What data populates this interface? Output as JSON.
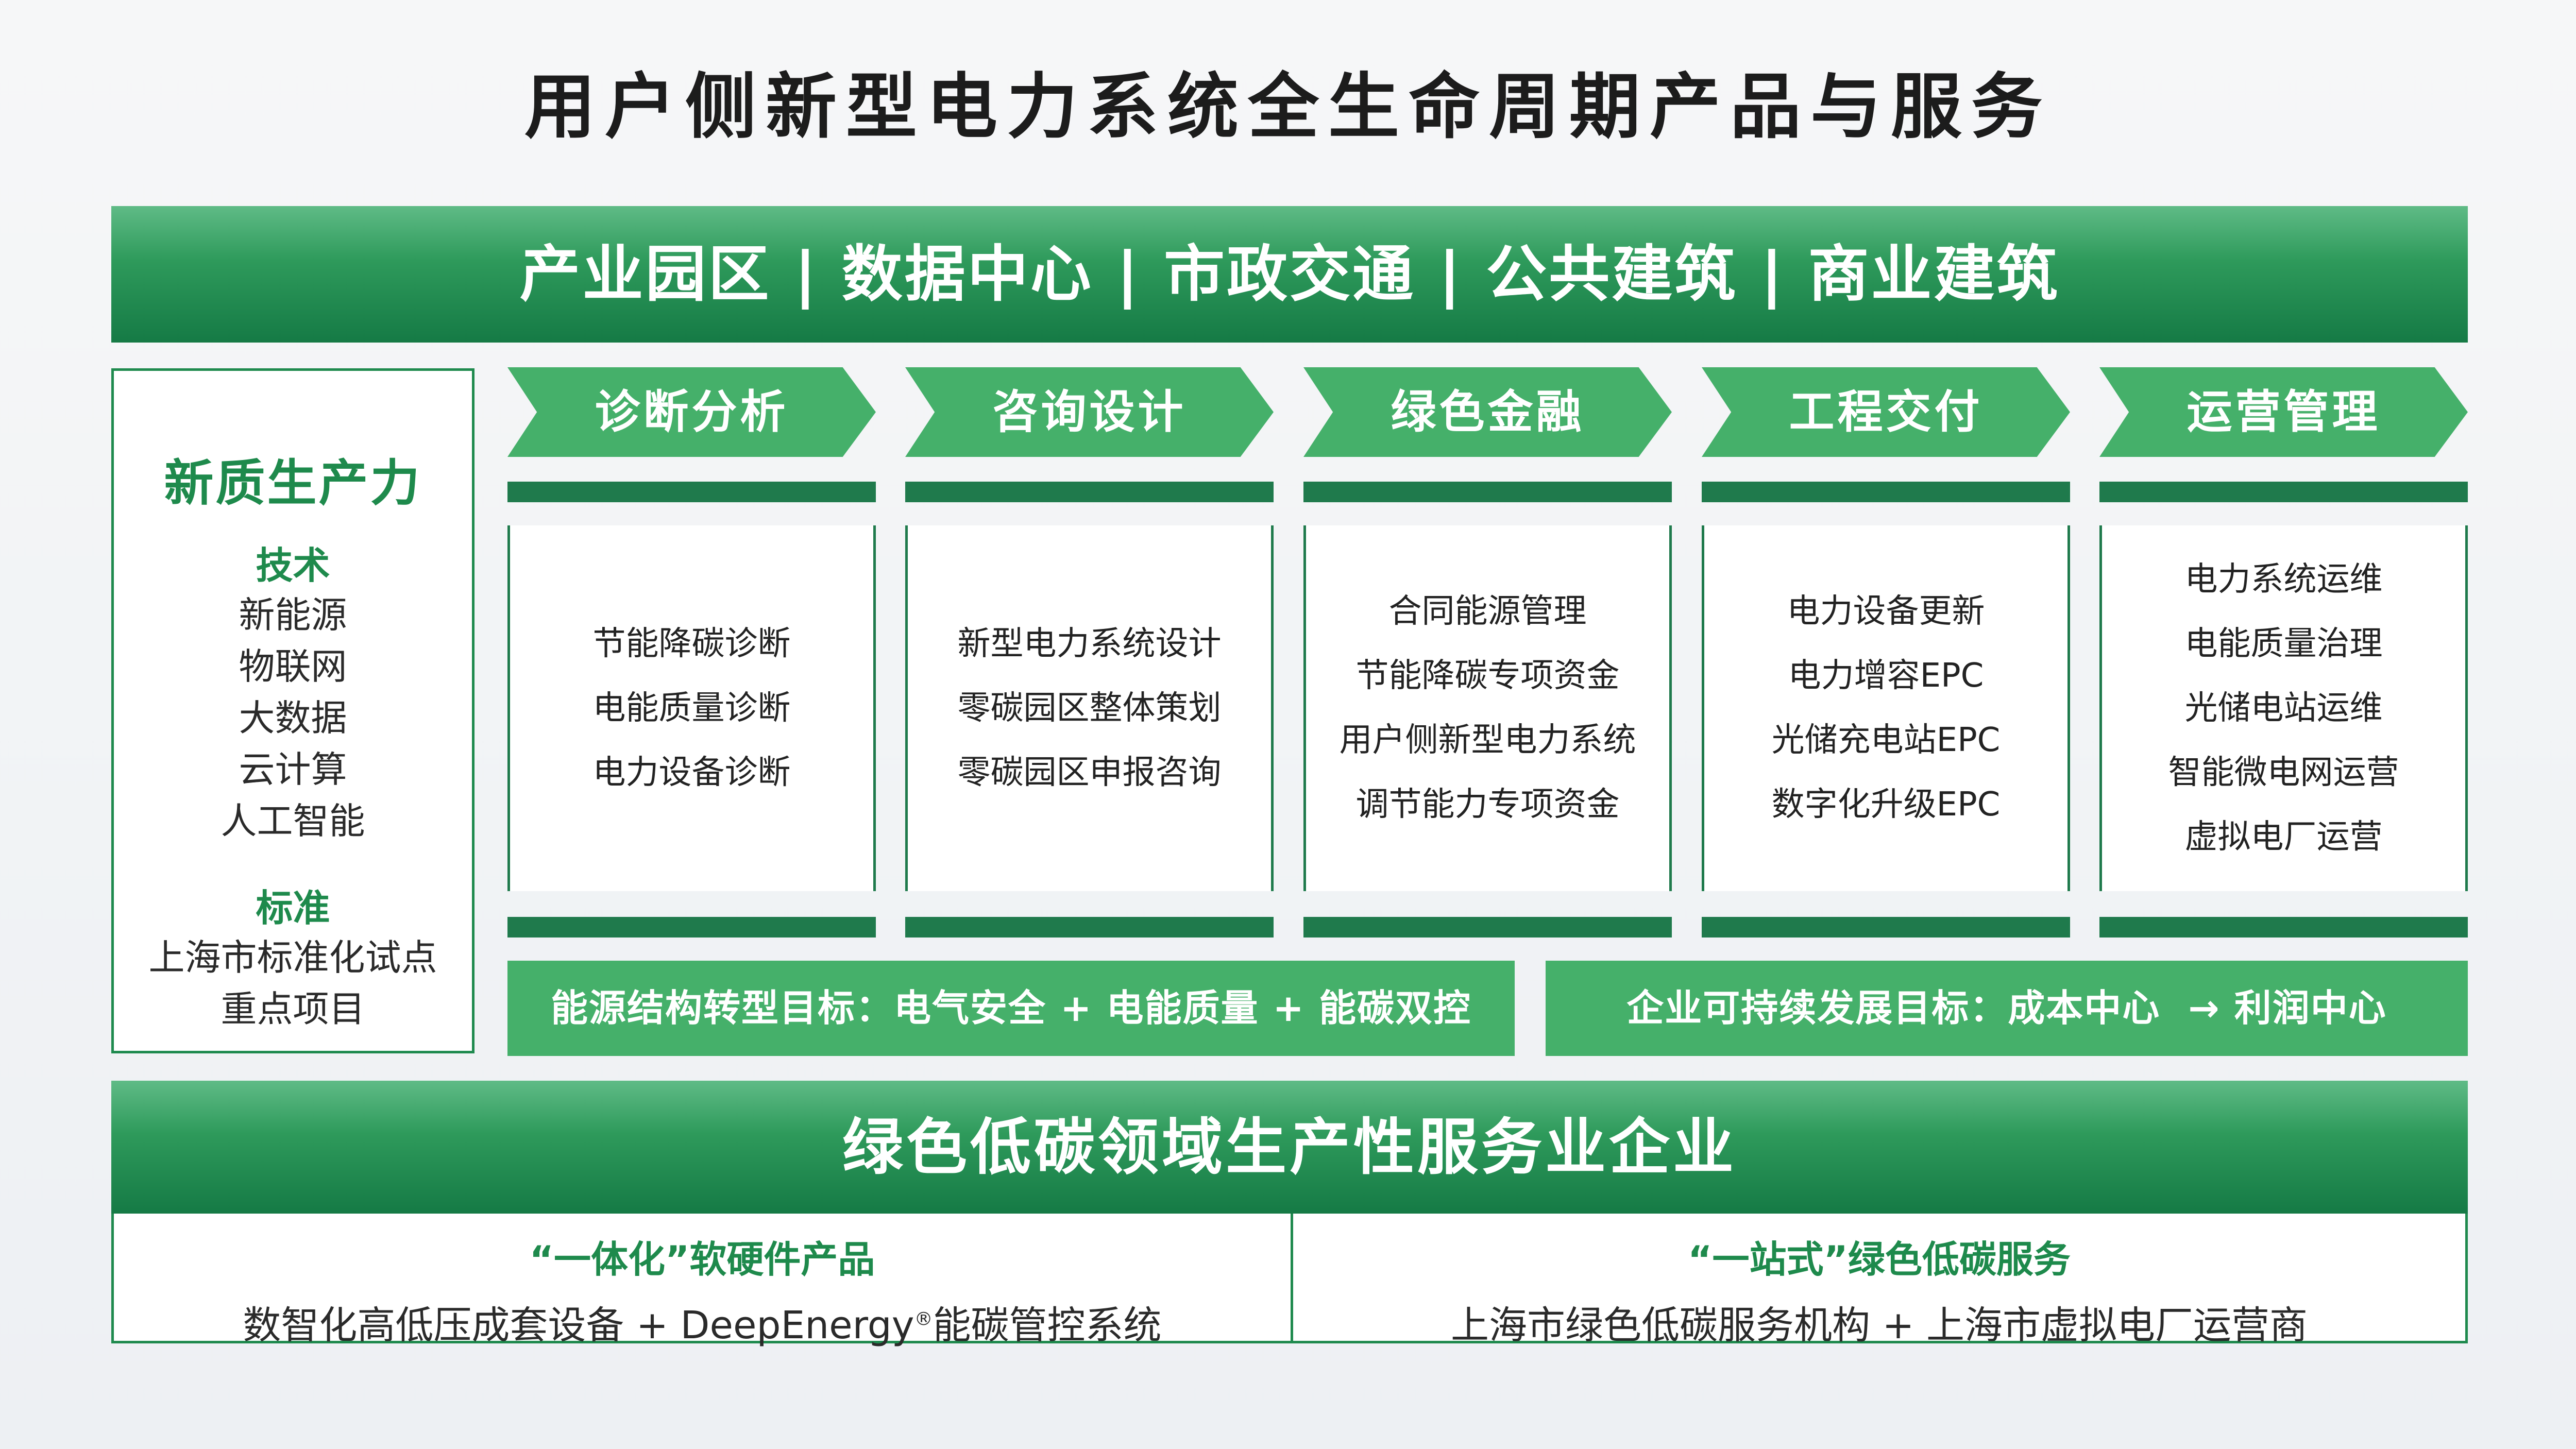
{
  "title": "用户侧新型电力系统全生命周期产品与服务",
  "top_banner": "产业园区 | 数据中心 | 市政交通 | 公共建筑 | 商业建筑",
  "left_panel": {
    "title": "新质生产力",
    "tech_heading": "技术",
    "tech_items": [
      "新能源",
      "物联网",
      "大数据",
      "云计算",
      "人工智能"
    ],
    "standard_heading": "标准",
    "standard_items": [
      "上海市标准化试点",
      "重点项目"
    ]
  },
  "columns": [
    {
      "label": "诊断分析",
      "items": [
        "节能降碳诊断",
        "电能质量诊断",
        "电力设备诊断"
      ]
    },
    {
      "label": "咨询设计",
      "items": [
        "新型电力系统设计",
        "零碳园区整体策划",
        "零碳园区申报咨询"
      ]
    },
    {
      "label": "绿色金融",
      "items": [
        "合同能源管理",
        "节能降碳专项资金",
        "用户侧新型电力系统",
        "调节能力专项资金"
      ]
    },
    {
      "label": "工程交付",
      "items": [
        "电力设备更新",
        "电力增容EPC",
        "光储充电站EPC",
        "数字化升级EPC"
      ]
    },
    {
      "label": "运营管理",
      "items": [
        "电力系统运维",
        "电能质量治理",
        "光储电站运维",
        "智能微电网运营",
        "虚拟电厂运营"
      ]
    }
  ],
  "goals": {
    "left": "能源结构转型目标：电气安全 + 电能质量 + 能碳双控",
    "right": "企业可持续发展目标：成本中心  → 利润中心"
  },
  "bottom_banner": "绿色低碳领域生产性服务业企业",
  "bottom": {
    "left_heading": "“一体化”软硬件产品",
    "left_text_a": "数智化高低压成套设备 + DeepEnergy",
    "left_text_sup": "®",
    "left_text_b": "能碳管控系统",
    "right_heading": "“一站式”绿色低碳服务",
    "right_text": "上海市绿色低碳服务机构 + 上海市虚拟电厂运营商"
  },
  "colors": {
    "dark_green": "#1f7a4c",
    "mid_green": "#45b06a",
    "text_green": "#1e8a4c"
  }
}
